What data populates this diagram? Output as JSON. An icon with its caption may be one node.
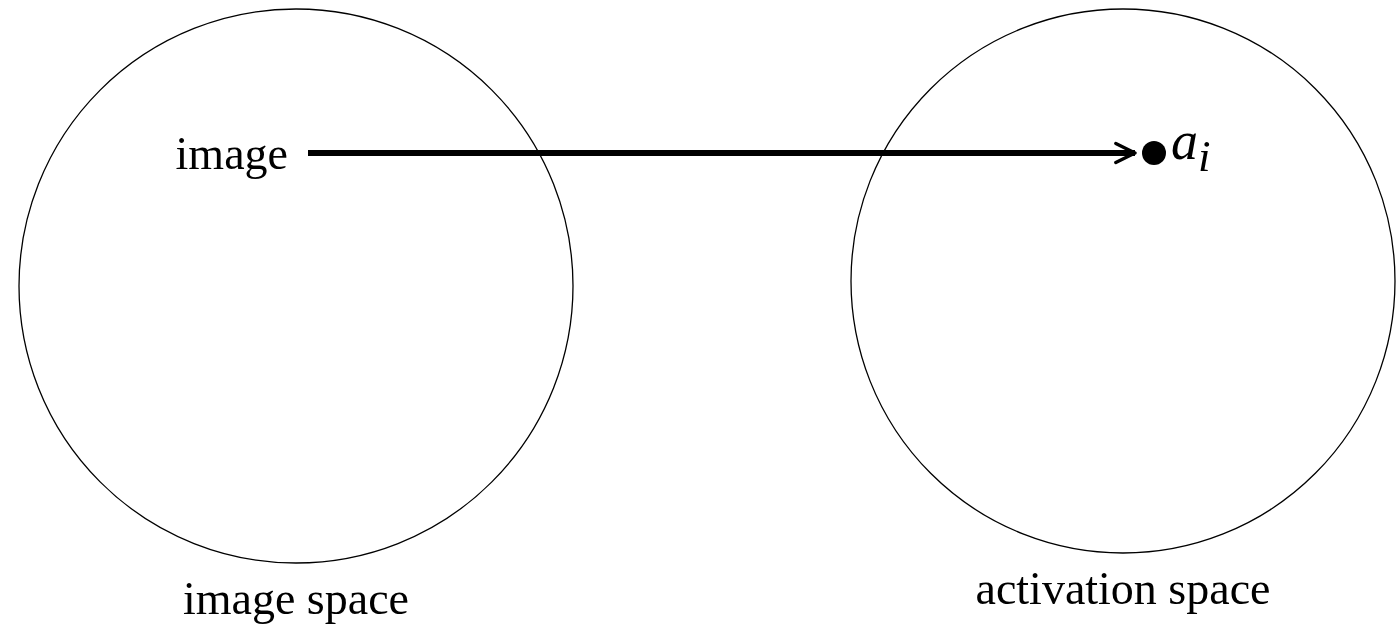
{
  "diagram": {
    "nodes": [
      {
        "text": [
          "image space"
        ]
      },
      {
        "text": [
          "image"
        ],
        "in": 0
      },
      {
        "text": [
          "activation space"
        ]
      },
      {
        "text": [],
        "shape": "circle",
        "in": 2,
        "beside": [
          "a$_{i}$"
        ]
      }
    ],
    "edges": [
      {
        "from": 1,
        "to": 3,
        "arrow": "to"
      }
    ]
  }
}
